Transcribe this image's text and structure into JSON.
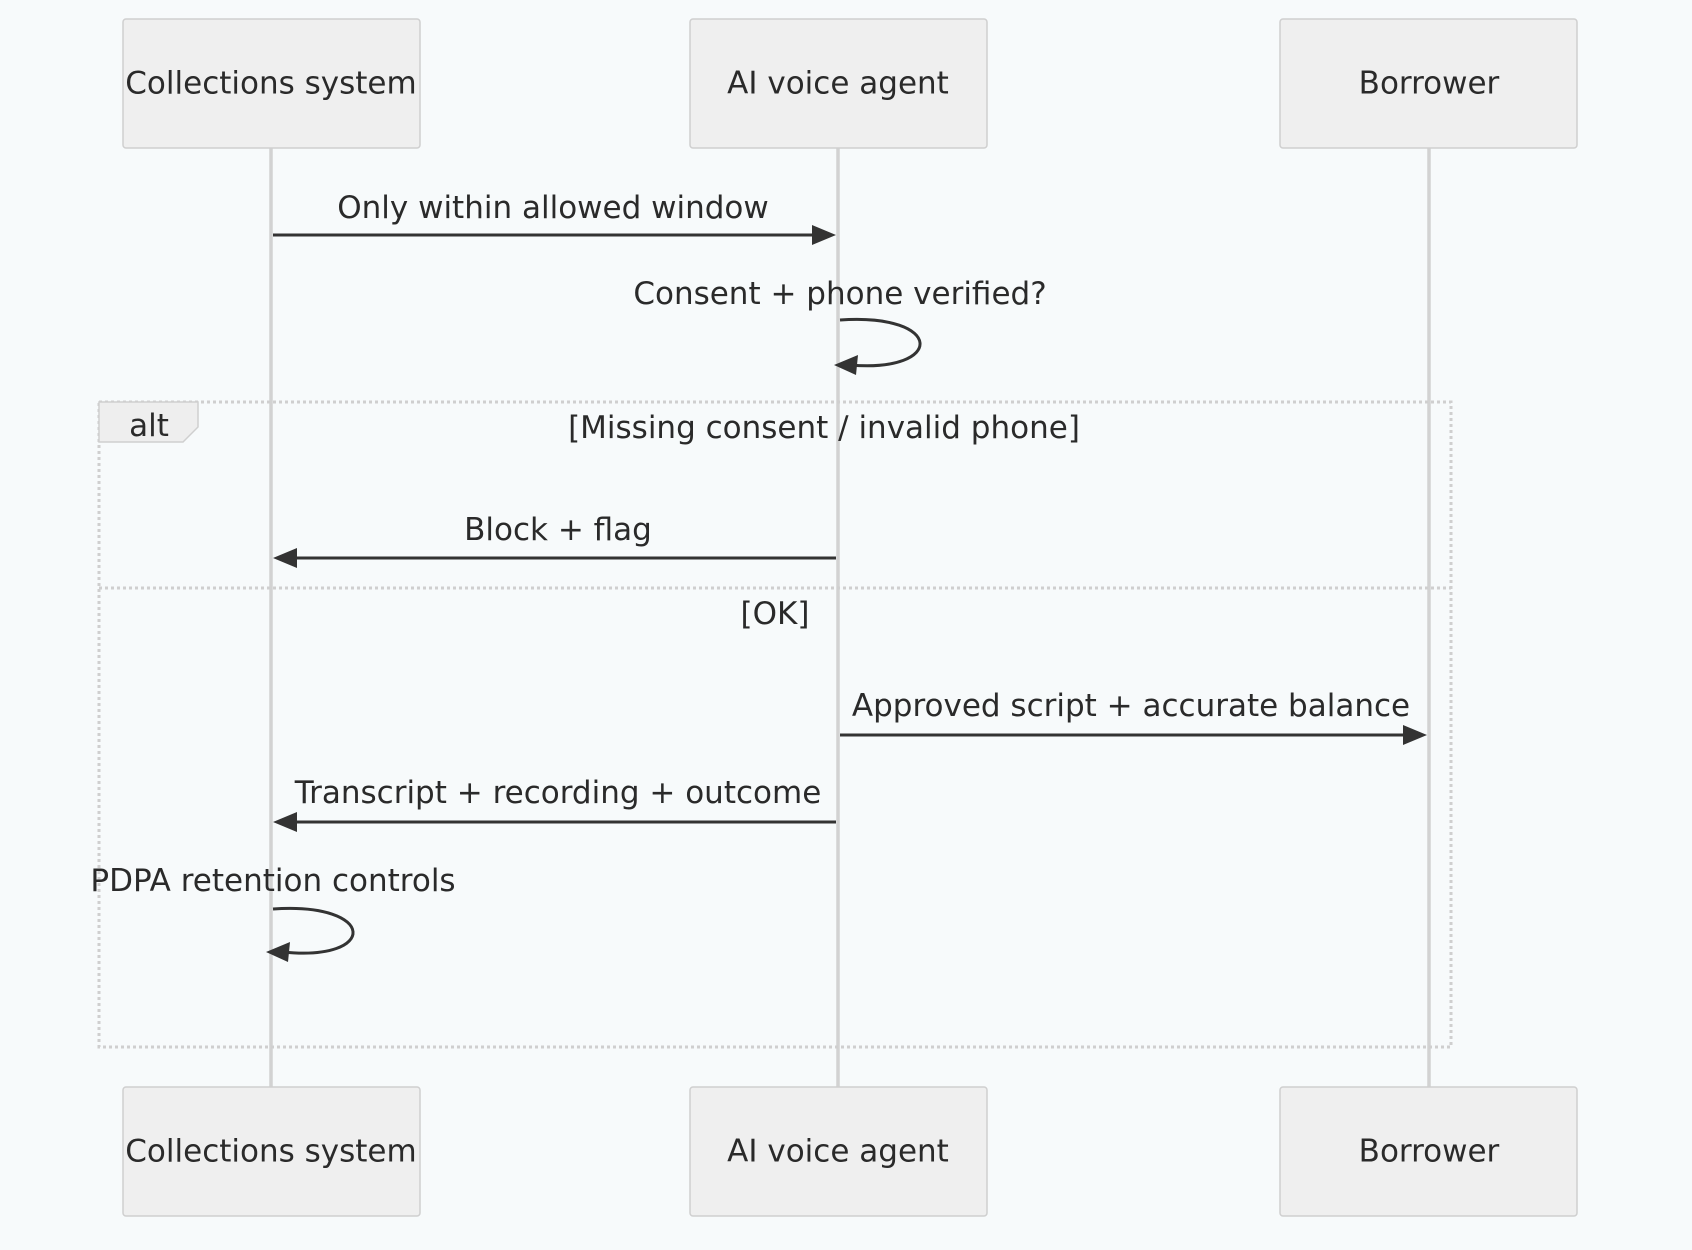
{
  "participants": [
    {
      "id": "collections",
      "label": "Collections system"
    },
    {
      "id": "agent",
      "label": "AI voice agent"
    },
    {
      "id": "borrower",
      "label": "Borrower"
    }
  ],
  "messages": [
    {
      "from": "collections",
      "to": "agent",
      "label": "Only within allowed window"
    },
    {
      "from": "agent",
      "to": "agent",
      "label": "Consent + phone verified?"
    },
    {
      "from": "agent",
      "to": "collections",
      "label": "Block + flag"
    },
    {
      "from": "agent",
      "to": "borrower",
      "label": "Approved script + accurate balance"
    },
    {
      "from": "agent",
      "to": "collections",
      "label": "Transcript + recording + outcome"
    },
    {
      "from": "collections",
      "to": "collections",
      "label": "PDPA retention controls"
    }
  ],
  "frame": {
    "keyword": "alt",
    "sections": [
      {
        "condition": "[Missing consent / invalid phone]"
      },
      {
        "condition": "[OK]"
      }
    ]
  },
  "colors": {
    "background": "#f7fafb",
    "actor_fill": "#efefef",
    "actor_stroke": "#cfcfcf",
    "lifeline": "#d2d2d2",
    "message": "#333333",
    "text": "#2a2a2a"
  }
}
